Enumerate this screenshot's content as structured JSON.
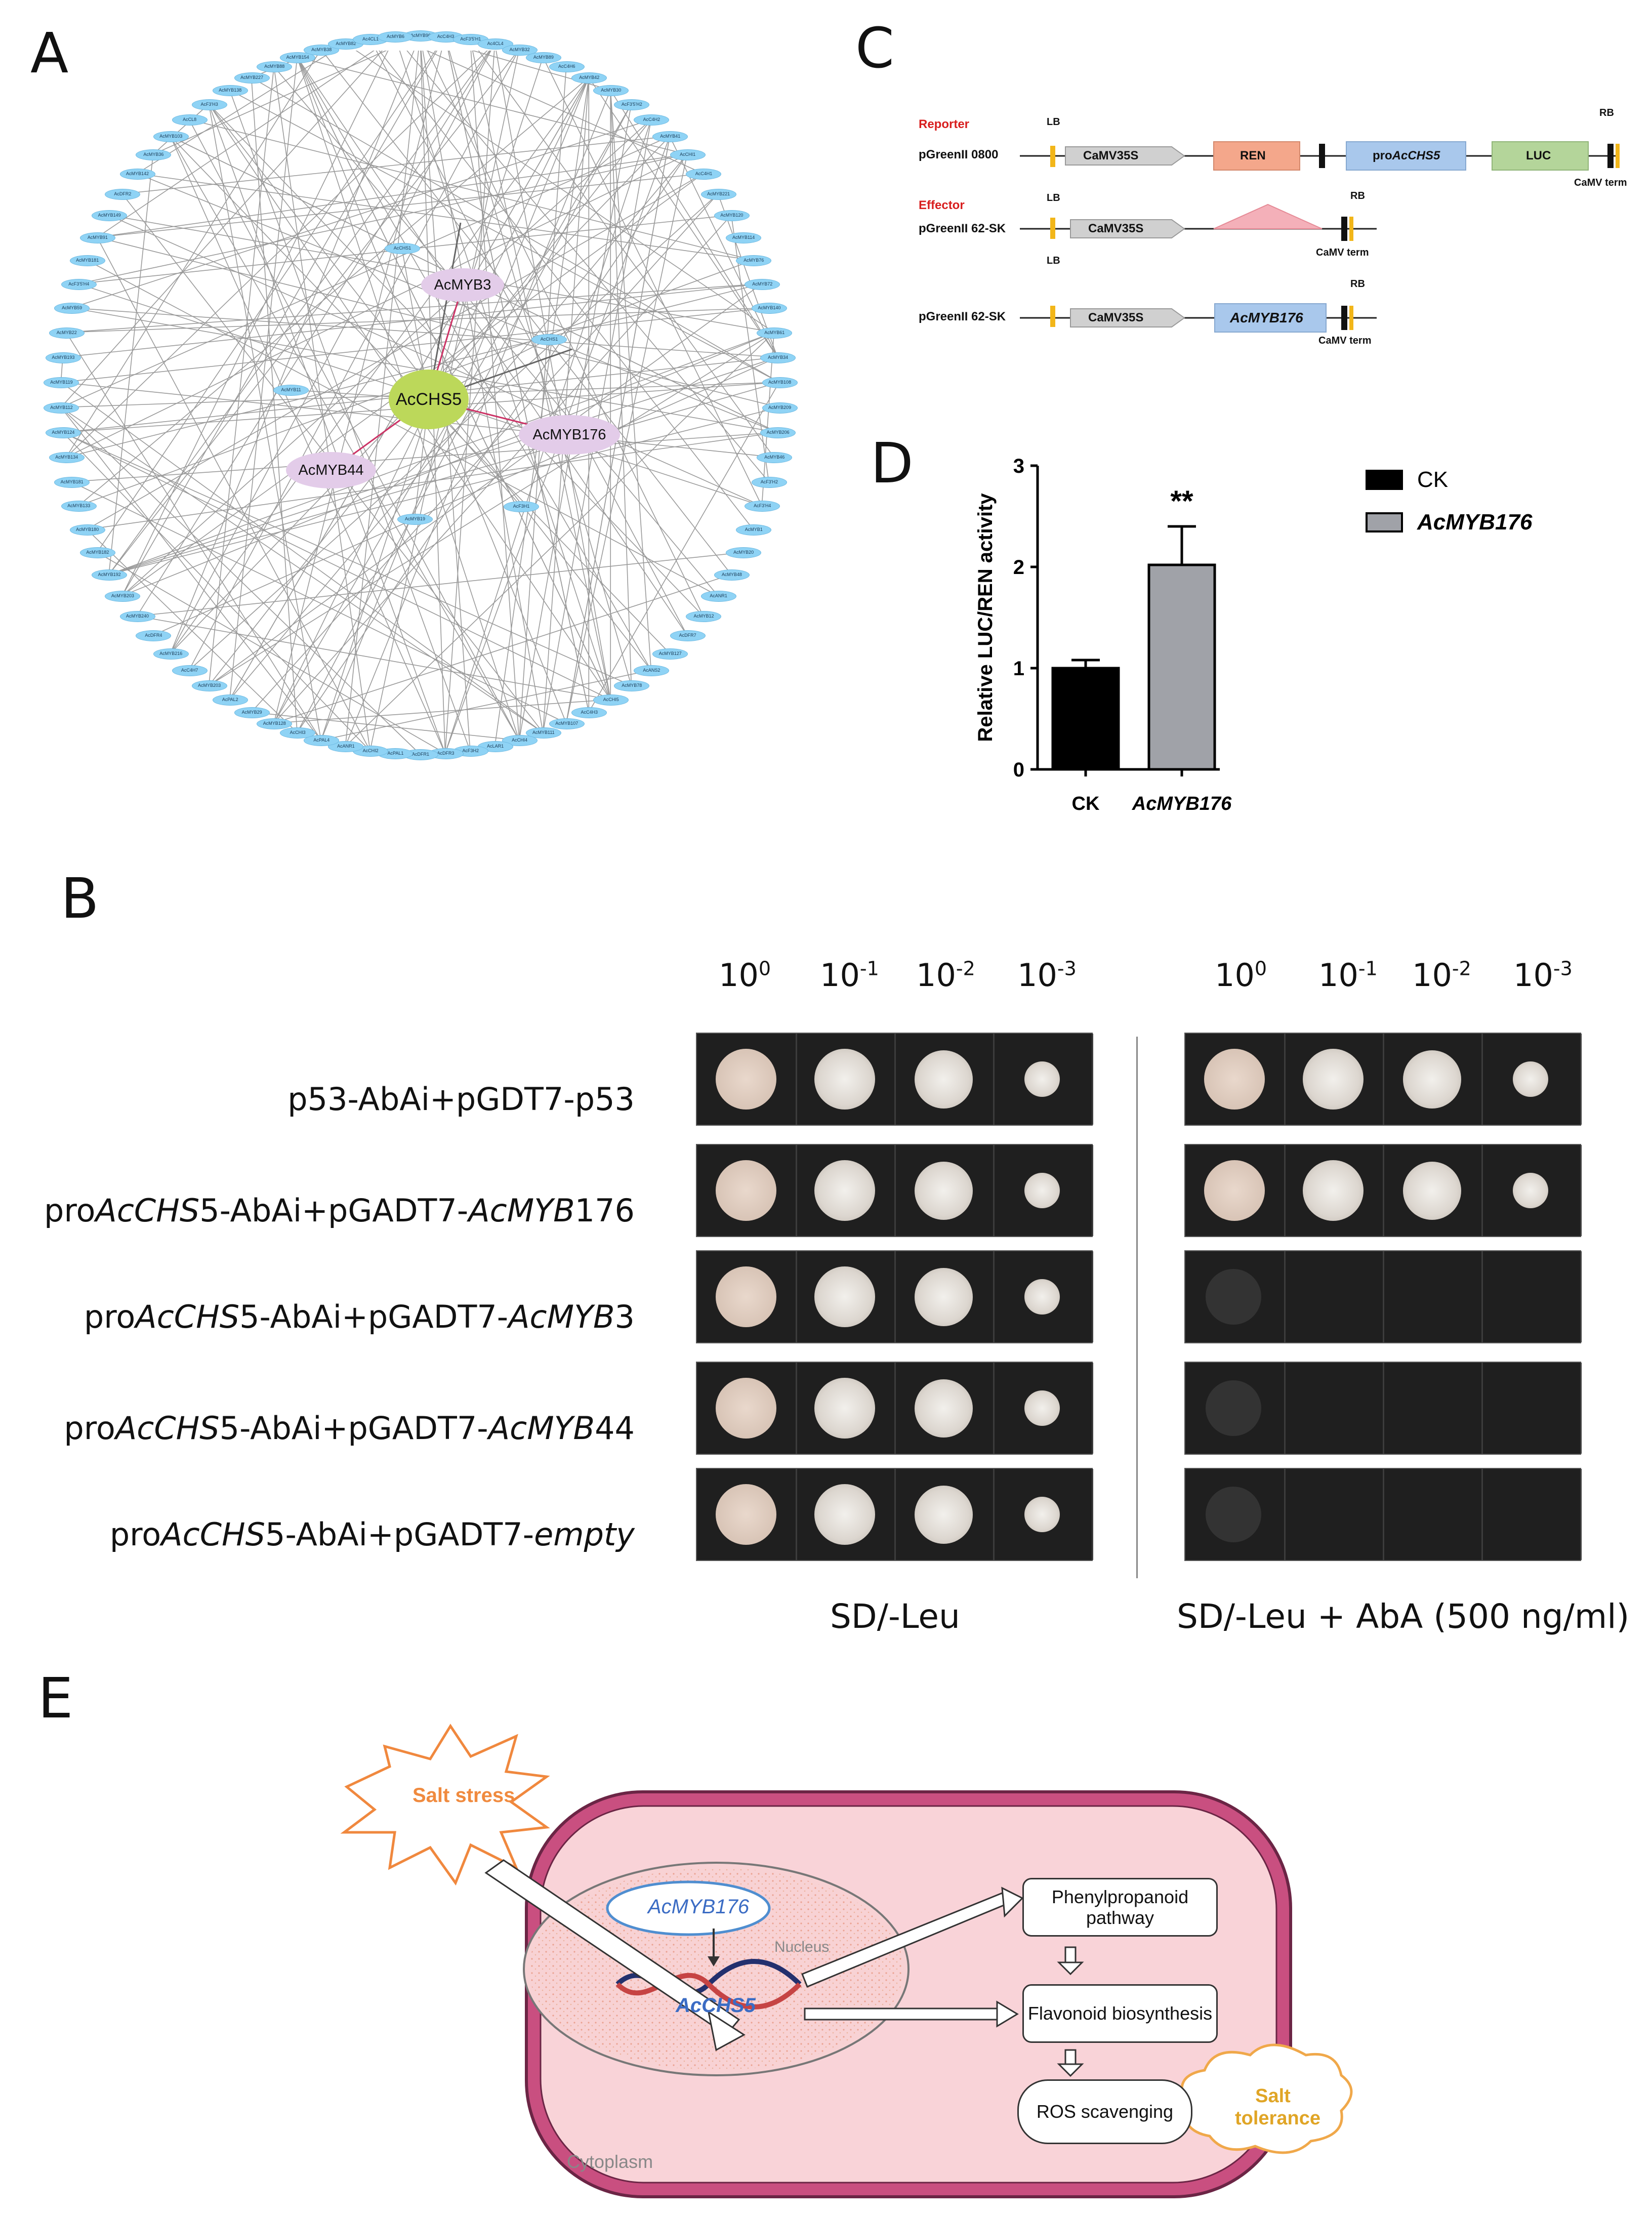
{
  "panels": {
    "A": "A",
    "B": "B",
    "C": "C",
    "D": "D",
    "E": "E"
  },
  "network": {
    "hub_center": "AcCHS5",
    "hub_myb": [
      "AcMYB3",
      "AcMYB176",
      "AcMYB44"
    ],
    "inner_nodes": [
      "AcCHS1",
      "AcCHS1",
      "AcMYB11",
      "AcF3H1",
      "AcMYB19"
    ],
    "ring_nodes": [
      "AcMYB96",
      "AcC4H3",
      "AcF3'5'H1",
      "Ac4CL4",
      "AcMYB32",
      "AcMYB89",
      "AcC4H6",
      "AcMYB42",
      "AcMYB30",
      "AcF3'5'H2",
      "AcC4H2",
      "AcMYB41",
      "AcCHI1",
      "AcC4H1",
      "AcMYB221",
      "AcMYB120",
      "AcMYB114",
      "AcMYB76",
      "AcMYB72",
      "AcMYB140",
      "AcMYB61",
      "AcMYB34",
      "AcMYB108",
      "AcMYB209",
      "AcMYB206",
      "AcMYB46",
      "AcF3'H2",
      "AcF3'H4",
      "AcMYB1",
      "AcMYB20",
      "AcMYB48",
      "AcANR1",
      "AcMYB12",
      "AcDFR7",
      "AcMYB127",
      "AcANS2",
      "AcMYB78",
      "AcCHI5",
      "AcC4H3",
      "AcMYB107",
      "AcMYB111",
      "AcCHI4",
      "AcLAR1",
      "AcF3H2",
      "AcDFR3",
      "AcDFR1",
      "AcPAL1",
      "AcCHI2",
      "AcANR1",
      "AcPAL4",
      "AcCHI3",
      "AcMYB128",
      "AcMYB29",
      "AcPAL2",
      "AcMYB203",
      "AcC4H7",
      "AcMYB216",
      "AcDFR4",
      "AcMYB240",
      "AcMYB203",
      "AcMYB192",
      "AcMYB182",
      "AcMYB180",
      "AcMYB133",
      "AcMYB181",
      "AcMYB134",
      "AcMYB124",
      "AcMYB112",
      "AcMYB119",
      "AcMYB193",
      "AcMYB22",
      "AcMYB59",
      "AcF3'5'H4",
      "AcMYB181",
      "AcMYB91",
      "AcMYB149",
      "AcDFR2",
      "AcMYB142",
      "AcMYB36",
      "AcMYB103",
      "AcCL8",
      "AcF3'H3",
      "AcMYB138",
      "AcMYB227",
      "AcMYB88",
      "AcMYB154",
      "AcMYB38",
      "AcMYB82",
      "Ac4CL1",
      "AcMYB6"
    ]
  },
  "constructs": {
    "reporter_title": "Reporter",
    "effector_title": "Effector",
    "reporter_vector": "pGreenII 0800",
    "effector_vector": "pGreenII 62-SK",
    "effector_vector2": "pGreenII 62-SK",
    "lb": "LB",
    "rb": "RB",
    "promoter": "CaMV35S",
    "ren": "REN",
    "pro_prefix": "pro",
    "pro_gene": "AcCHS5",
    "luc": "LUC",
    "term": "CaMV term",
    "gene": "AcMYB176"
  },
  "chart_data": {
    "type": "bar",
    "categories": [
      "CK",
      "AcMYB176"
    ],
    "values": [
      1.0,
      2.02
    ],
    "errors": [
      0.08,
      0.38
    ],
    "colors": [
      "#000000",
      "#a0a2a8"
    ],
    "ylabel": "Relative LUC/REN  activity",
    "ylim": [
      0,
      3
    ],
    "yticks": [
      0,
      1,
      2,
      3
    ],
    "significance": "**",
    "legend": [
      "CK",
      "AcMYB176"
    ],
    "legend_position": "top-right"
  },
  "y1h": {
    "dilutions": [
      {
        "base": "10",
        "exp": "0"
      },
      {
        "base": "10",
        "exp": "-1"
      },
      {
        "base": "10",
        "exp": "-2"
      },
      {
        "base": "10",
        "exp": "-3"
      }
    ],
    "rows": [
      {
        "parts": [
          {
            "t": "p53-AbAi+pGDT7-p53",
            "i": false
          }
        ]
      },
      {
        "parts": [
          {
            "t": "pro",
            "i": false
          },
          {
            "t": "AcCHS",
            "i": true
          },
          {
            "t": "5-AbAi+pGADT7-",
            "i": false
          },
          {
            "t": "AcMYB",
            "i": true
          },
          {
            "t": "176",
            "i": false
          }
        ]
      },
      {
        "parts": [
          {
            "t": "pro",
            "i": false
          },
          {
            "t": "AcCHS",
            "i": true
          },
          {
            "t": "5-AbAi+pGADT7-",
            "i": false
          },
          {
            "t": "AcMYB",
            "i": true
          },
          {
            "t": "3",
            "i": false
          }
        ]
      },
      {
        "parts": [
          {
            "t": "pro",
            "i": false
          },
          {
            "t": "AcCHS",
            "i": true
          },
          {
            "t": "5-AbAi+pGADT7-",
            "i": false
          },
          {
            "t": "AcMYB",
            "i": true
          },
          {
            "t": "44",
            "i": false
          }
        ]
      },
      {
        "parts": [
          {
            "t": "pro",
            "i": false
          },
          {
            "t": "AcCHS",
            "i": true
          },
          {
            "t": "5-AbAi+pGADT7-",
            "i": false
          },
          {
            "t": "empty",
            "i": true
          }
        ]
      }
    ],
    "medium_left": "SD/-Leu",
    "medium_right": "SD/-Leu + AbA (500 ng/ml)"
  },
  "model": {
    "salt_stress": "Salt stress",
    "gene_tf": "AcMYB176",
    "nucleus": "Nucleus",
    "gene_target": "AcCHS5",
    "step1": "Phenylpropanoid pathway",
    "step2": "Flavonoid biosynthesis",
    "step3": "ROS scavenging",
    "cytoplasm": "Cytoplasm",
    "outcome": "Salt tolerance"
  }
}
